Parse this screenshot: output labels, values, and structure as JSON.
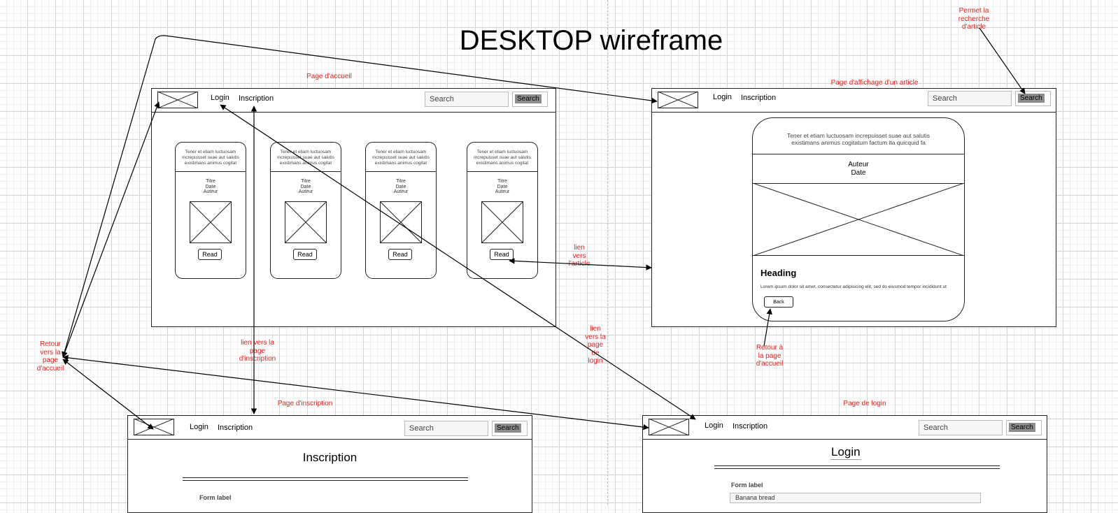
{
  "title": "DESKTOP wireframe",
  "annotations": {
    "home_page": "Page d'accueil",
    "article_page": "Page d'affichage d'un article",
    "search_note": [
      "Permet la",
      "recherche",
      "d'article"
    ],
    "article_link": [
      "lien",
      "vers",
      "l'article"
    ],
    "back_home_left": [
      "Retour",
      "vers la",
      "page",
      "d'accueil"
    ],
    "signup_link": [
      "lien vers la",
      "page",
      "d'inscription"
    ],
    "login_link": [
      "lien",
      "vers la",
      "page",
      "de",
      "login"
    ],
    "back_home_right": [
      "Retour à",
      "la page",
      "d'accueil"
    ],
    "signup_page": "Page d'inscription",
    "login_page": "Page de  login"
  },
  "nav": {
    "login": "Login",
    "inscription": "Inscription",
    "search_placeholder": "Search",
    "search_button": "Search"
  },
  "home": {
    "cards": [
      {
        "text": "Tener et etiam luctuosam increpuisset suae aut salutis existimans animus cogitat",
        "meta": [
          "Titre",
          "Date",
          "Auteur"
        ],
        "button": "Read"
      },
      {
        "text": "Tener et etiam luctuosam increpuisset suae aut salutis existimans animus cogitat",
        "meta": [
          "Titre",
          "Date",
          "Auteur"
        ],
        "button": "Read"
      },
      {
        "text": "Tener et etiam luctuosam increpuisset suae aut salutis existimans animus cogitat",
        "meta": [
          "Titre",
          "Date",
          "Auteur"
        ],
        "button": "Read"
      },
      {
        "text": "Tener et etiam luctuosam increpuisset suae aut salutis existimans animus cogitat",
        "meta": [
          "Titre",
          "Date",
          "Auteur"
        ],
        "button": "Read"
      }
    ]
  },
  "article": {
    "intro": [
      "Tener et etiam luctuosam increpuisset suae aut salutis",
      "existimans animus cogitatum factum ita quicquid fa"
    ],
    "author": "Auteur",
    "date": "Date",
    "heading": "Heading",
    "body": "Lorem ipsum dolor sit amet, consectetur adipisicing elit, sed do eiusmod tempor incididunt ut",
    "back": "Back"
  },
  "signup": {
    "heading": "Inscription",
    "form_label": "Form label"
  },
  "login": {
    "heading": "Login",
    "form_label": "Form label",
    "field_value": "Banana bread"
  }
}
